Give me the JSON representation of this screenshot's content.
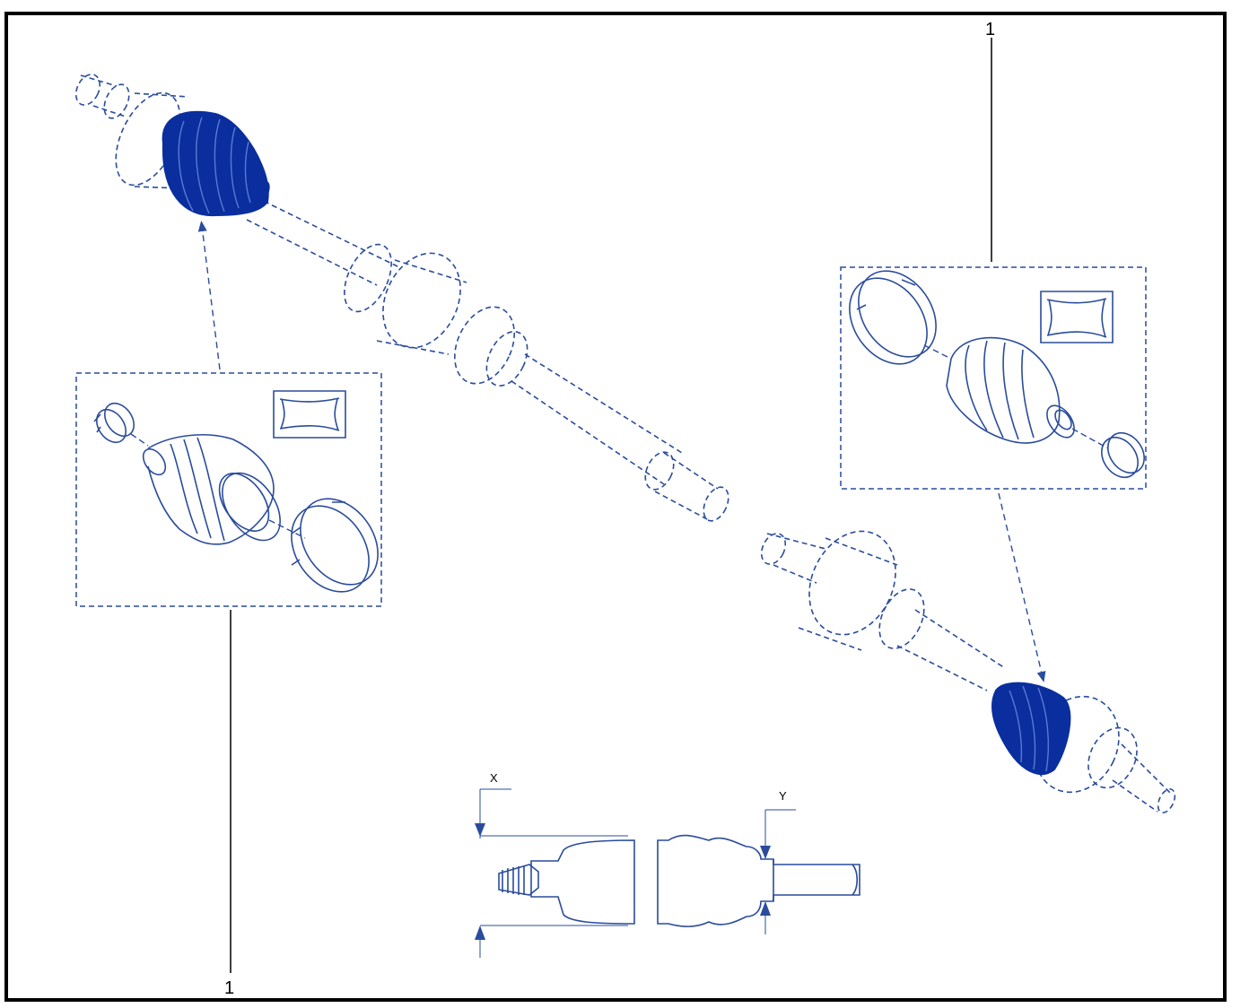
{
  "callouts": {
    "part_top": "1",
    "part_bottom": "1"
  },
  "dimensions": {
    "x_label": "X",
    "y_label": "Y"
  },
  "colors": {
    "line": "#2a4c9c",
    "fill": "#0a2e9e",
    "frame": "#000000"
  }
}
